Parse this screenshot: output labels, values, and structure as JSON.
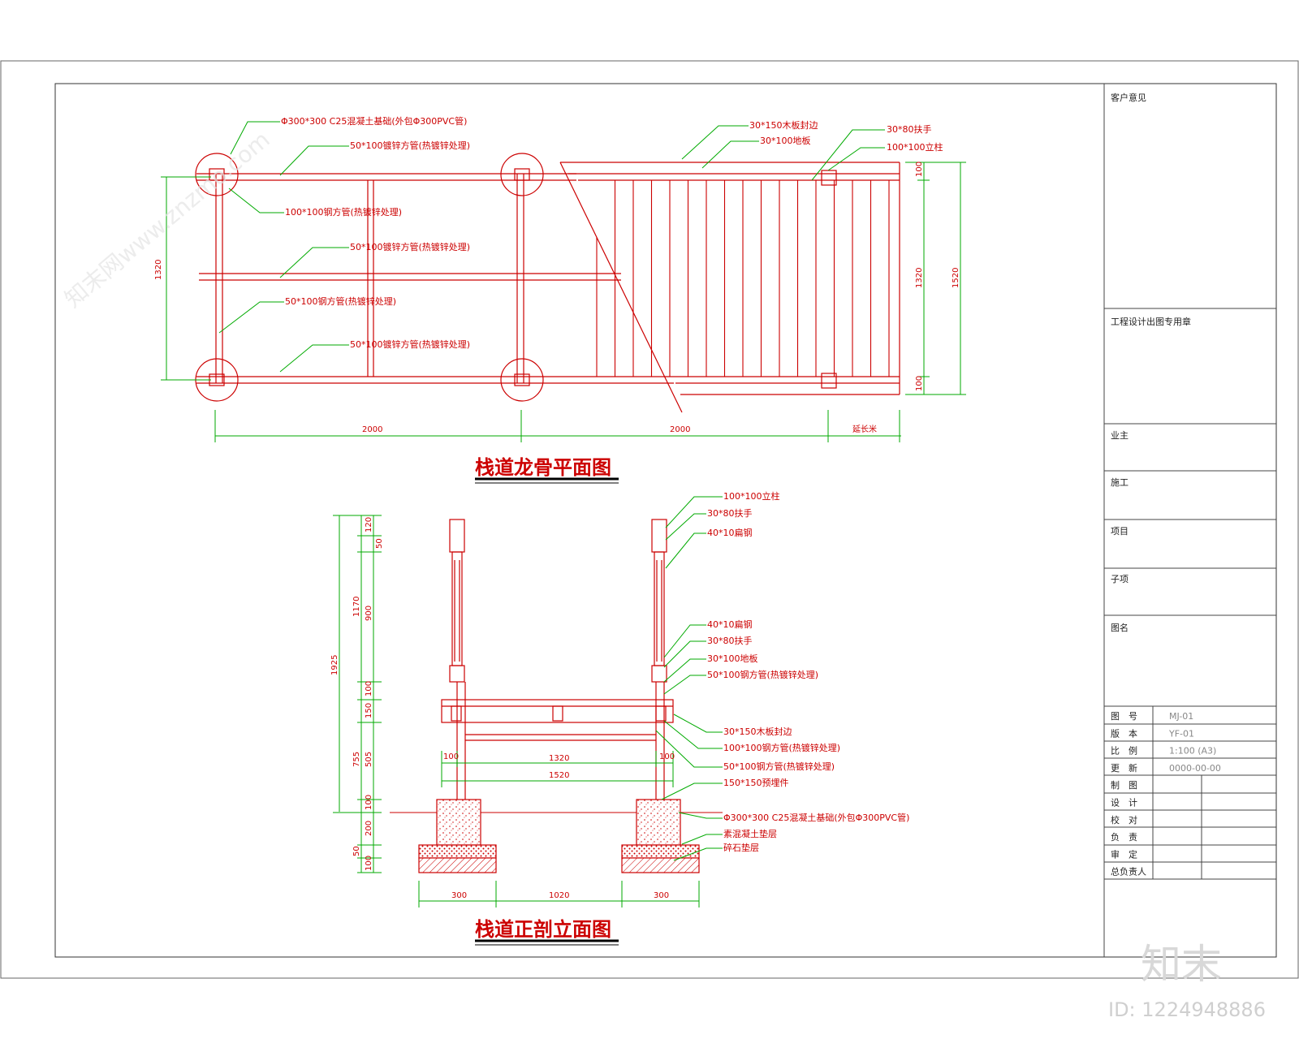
{
  "plan": {
    "title": "栈道龙骨平面图",
    "labels": {
      "pile_foundation": "Φ300*300 C25混凝土基础(外包Φ300PVC管)",
      "main_beam_top": "50*100镀锌方管(热镀锌处理)",
      "post": "100*100钢方管(热镀锌处理)",
      "main_beam_mid": "50*100镀锌方管(热镀锌处理)",
      "joist": "50*100钢方管(热镀锌处理)",
      "main_beam_bot": "50*100镀锌方管(热镀锌处理)",
      "edge_board": "30*150木板封边",
      "deck_board": "30*100地板",
      "handrail": "30*80扶手",
      "column": "100*100立柱"
    },
    "dims": {
      "left_height": "1320",
      "span1": "2000",
      "span2": "2000",
      "extend": "延长米",
      "right_top": "100",
      "right_mid": "1320",
      "right_total": "1520",
      "right_bot": "100"
    }
  },
  "section": {
    "title": "栈道正剖立面图",
    "labels": {
      "l1": "100*100立柱",
      "l2": "30*80扶手",
      "l3": "40*10扁钢",
      "l4": "40*10扁钢",
      "l5": "30*80扶手",
      "l6": "30*100地板",
      "l7": "50*100钢方管(热镀锌处理)",
      "l8": "30*150木板封边",
      "l9": "100*100钢方管(热镀锌处理)",
      "l10": "50*100钢方管(热镀锌处理)",
      "l11": "150*150预埋件",
      "l12": "Φ300*300 C25混凝土基础(外包Φ300PVC管)",
      "l13": "素混凝土垫层",
      "l14": "碎石垫层"
    },
    "vdims": {
      "v1925": "1925",
      "v1170": "1170",
      "v120": "120",
      "v50": "50",
      "v900": "900",
      "v100": "100",
      "v150": "150",
      "v755": "755",
      "v505": "505",
      "v100b": "100",
      "v200": "200",
      "v50b": "50",
      "v100c": "100"
    },
    "hdims": {
      "h100a": "100",
      "h1320": "1320",
      "h100b": "100",
      "h1520": "1520",
      "h300a": "300",
      "h1020": "1020",
      "h300b": "300"
    }
  },
  "title_block": {
    "client_opinion": "客户意见",
    "stamp": "工程设计出图专用章",
    "owner": "业主",
    "construction": "施工",
    "project": "项目",
    "subitem": "子项",
    "drawing_name": "图名",
    "rows": [
      {
        "label": "图　号",
        "value": "MJ-01"
      },
      {
        "label": "版　本",
        "value": "YF-01"
      },
      {
        "label": "比　例",
        "value": "1:100 (A3)"
      },
      {
        "label": "更　新",
        "value": "0000-00-00"
      },
      {
        "label": "制　图",
        "value": ""
      },
      {
        "label": "设　计",
        "value": ""
      },
      {
        "label": "校　对",
        "value": ""
      },
      {
        "label": "负　责",
        "value": ""
      },
      {
        "label": "审　定",
        "value": ""
      },
      {
        "label": "总负责人",
        "value": ""
      }
    ]
  },
  "watermark": {
    "brand": "知末",
    "id": "ID: 1224948886",
    "site": "知末网www.znzmo.com"
  },
  "colors": {
    "structure": "#cc0000",
    "dimension": "#00aa00",
    "border": "#444444",
    "title_underline": "#000000"
  }
}
